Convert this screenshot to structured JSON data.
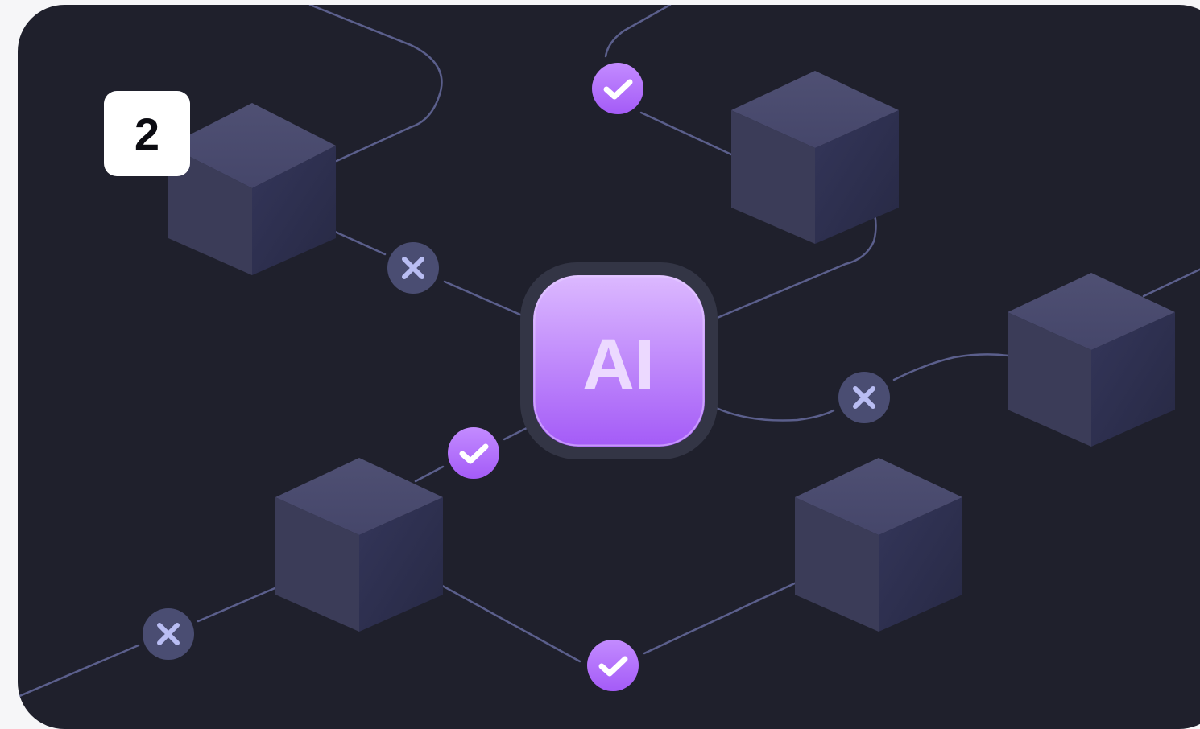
{
  "step_number": "2",
  "center_label": "AI",
  "nodes": [
    {
      "name": "cube-top-left"
    },
    {
      "name": "cube-top-center"
    },
    {
      "name": "cube-right"
    },
    {
      "name": "cube-bottom-left"
    },
    {
      "name": "cube-bottom-right"
    }
  ],
  "markers": [
    {
      "name": "check-top",
      "state": "check"
    },
    {
      "name": "cross-left",
      "state": "cross"
    },
    {
      "name": "check-lower-left",
      "state": "check"
    },
    {
      "name": "cross-right",
      "state": "cross"
    },
    {
      "name": "cross-bottom-left",
      "state": "cross"
    },
    {
      "name": "check-bottom",
      "state": "check"
    }
  ],
  "colors": {
    "background": "#1f202c",
    "connector": "#5b5f8c",
    "cube_top": "#4b4c6e",
    "cube_left": "#3b3c58",
    "cube_right": "#2b2d46",
    "ai_gradient_top": "#dcb9ff",
    "ai_gradient_bottom": "#a45bf7",
    "ai_text": "#ecd9ff",
    "check_fill": "#b06ef5",
    "cross_fill": "#4a4d72",
    "cross_glyph": "#b9bdf3"
  }
}
